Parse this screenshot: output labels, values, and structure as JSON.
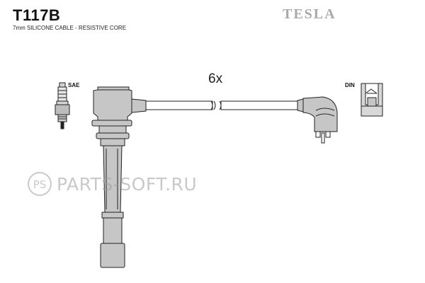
{
  "header": {
    "part_code": "T117B",
    "spec": "7mm SILICONE CABLE - RESISTIVE CORE"
  },
  "brand": {
    "name": "TESLA",
    "color": "#a9a9a9"
  },
  "diagram": {
    "quantity_label": "6x",
    "left_label": "SAE",
    "right_label": "DIN",
    "part_color": "#c6c6c6",
    "outline_color": "#222222"
  },
  "watermark": {
    "badge": "PS",
    "text": "PARTS-SOFT.RU",
    "color": "#9e9e9e"
  }
}
